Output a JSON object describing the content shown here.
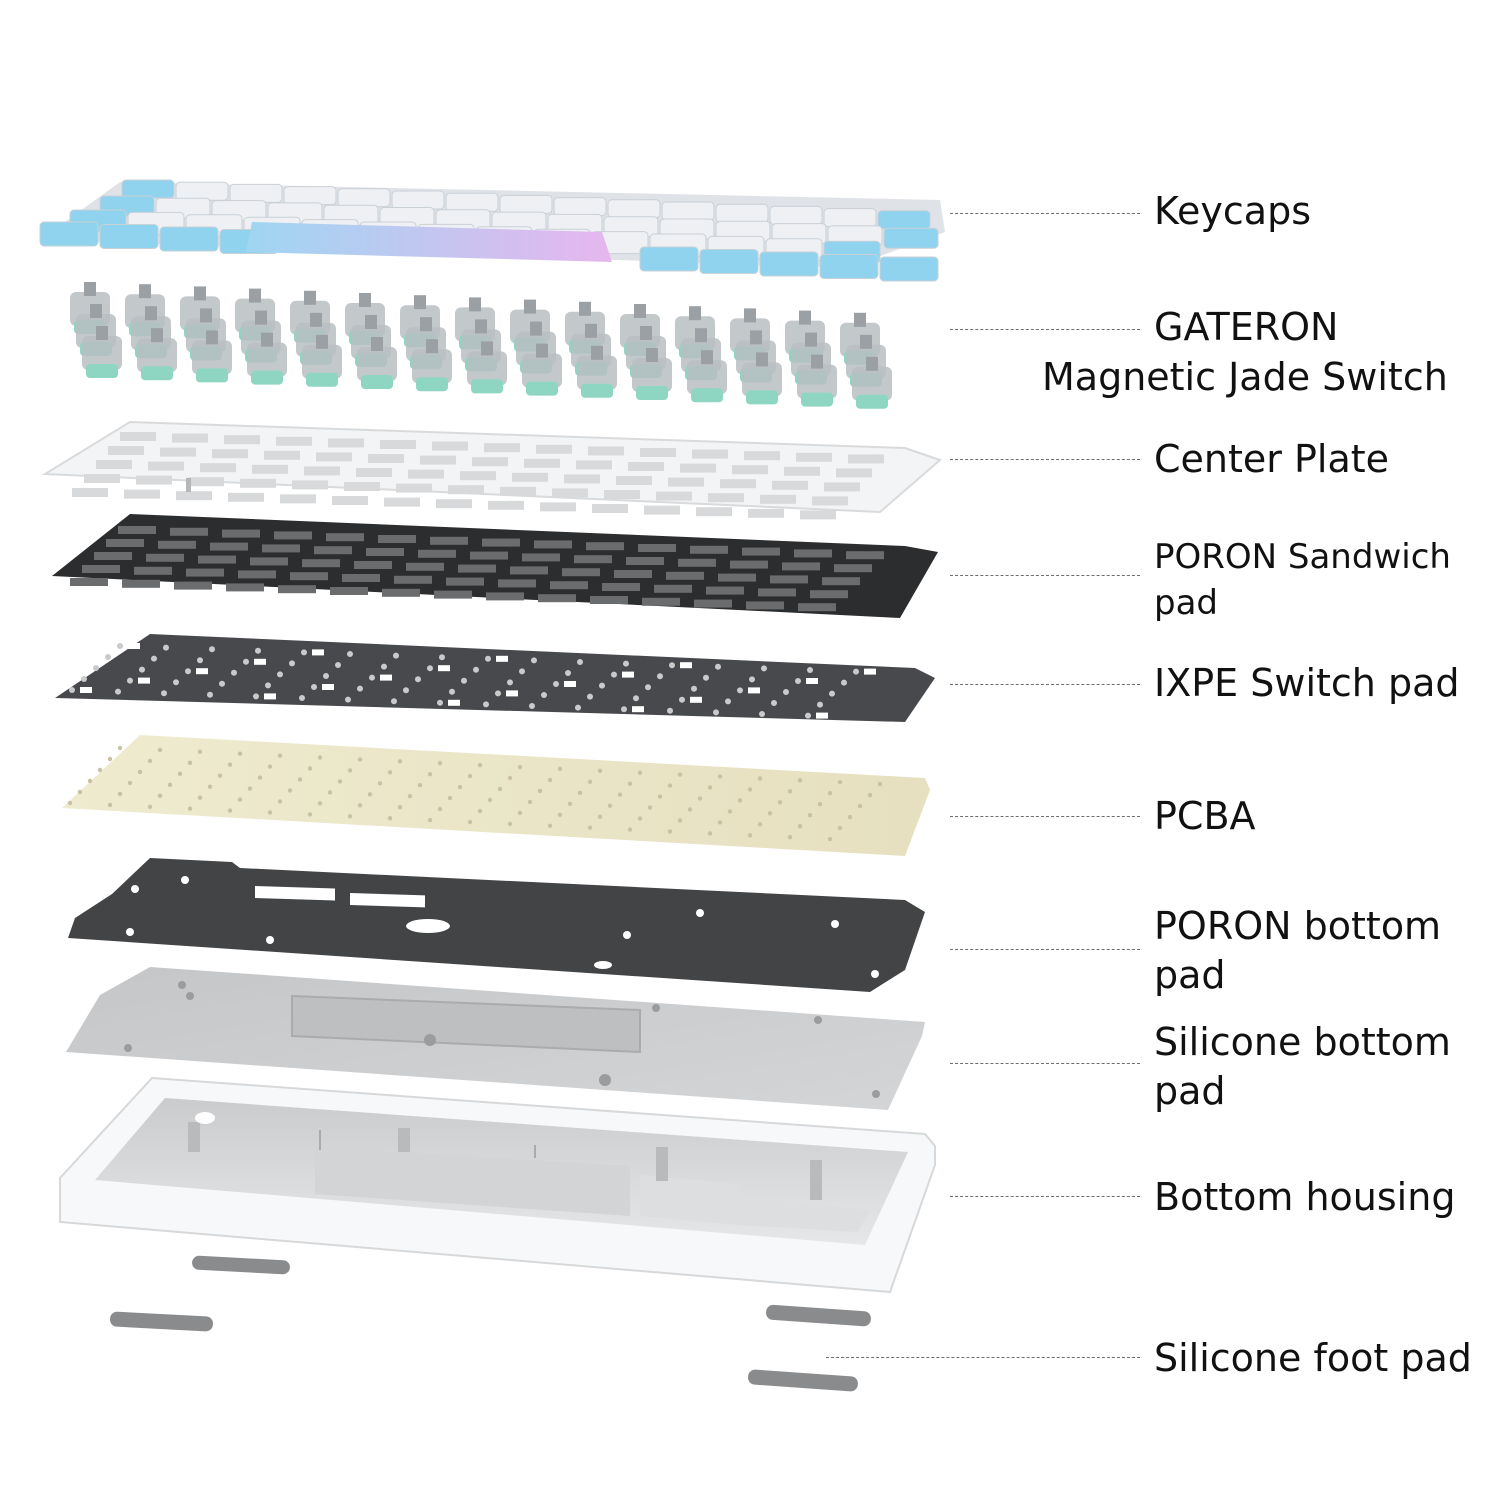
{
  "labels": {
    "keycaps": "Keycaps",
    "switch_line1": "GATERON",
    "switch_line2": "Magnetic Jade Switch",
    "center_plate": "Center Plate",
    "poron_sandwich_line1": "PORON Sandwich",
    "poron_sandwich_line2": "pad",
    "ixpe": "IXPE Switch pad",
    "pcba": "PCBA",
    "poron_bottom_line1": "PORON bottom",
    "poron_bottom_line2": "pad",
    "silicone_bottom_line1": "Silicone bottom",
    "silicone_bottom_line2": "pad",
    "bottom_housing": "Bottom housing",
    "foot_pad": "Silicone foot pad"
  },
  "colors": {
    "keycap_blue": "#8fd3ee",
    "keycap_white": "#eef0f3",
    "spacebar_gradient_start": "#9fd6f2",
    "spacebar_gradient_end": "#e6b6ef",
    "switch_jade": "#8fd6c2",
    "switch_clear": "#b9bec2",
    "center_plate": "#f1f2f3",
    "poron_sandwich": "#2e2f31",
    "ixpe": "#47494c",
    "pcba": "#ece7c9",
    "poron_bottom": "#444547",
    "silicone_bottom": "#c9cbcd",
    "bottom_housing": "#f5f6f7",
    "foot_pad": "#8a8b8d",
    "leader_line": "#6e6e6e"
  }
}
